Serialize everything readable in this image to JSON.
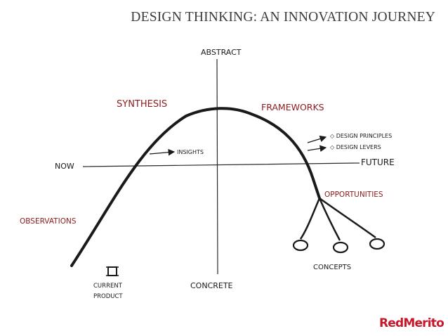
{
  "title": "DESIGN THINKING:  AN INNOVATION JOURNEY",
  "axes": {
    "top": "ABSTRACT",
    "bottom": "CONCRETE",
    "left": "NOW",
    "right": "FUTURE"
  },
  "phases": {
    "synthesis": "SYNTHESIS",
    "frameworks": "FRAMEWORKS",
    "observations": "OBSERVATIONS",
    "opportunities": "OPPORTUNITIES"
  },
  "annotations": {
    "insights": "INSIGHTS",
    "design_principles": "◇ DESIGN PRINCIPLES",
    "design_levers": "◇ DESIGN LEVERS",
    "concepts": "CONCEPTS",
    "current_product_line1": "CURRENT",
    "current_product_line2": "PRODUCT"
  },
  "logo": {
    "part1": "Red",
    "part2": "Merito"
  },
  "colors": {
    "ink": "#1a1a1a",
    "accent": "#8c1c1c",
    "title": "#3b3b3b",
    "logo_red": "#c8172b",
    "logo_grey": "#6b6b6b"
  }
}
